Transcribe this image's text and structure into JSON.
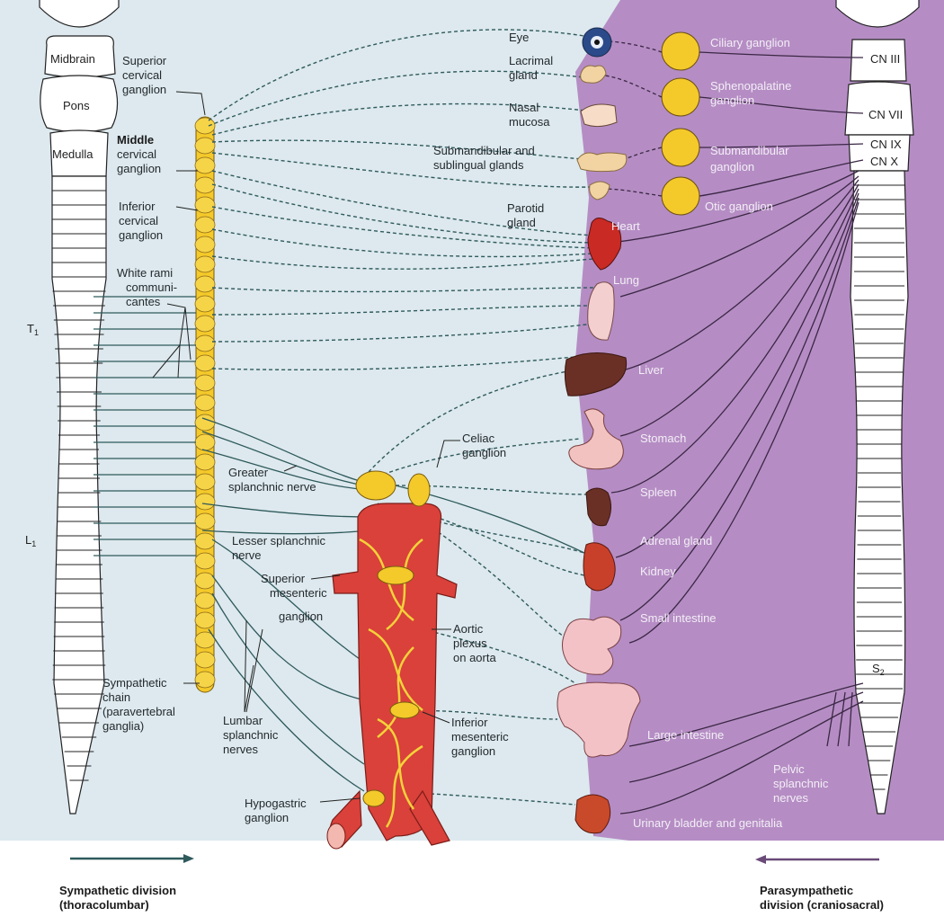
{
  "cns_labels": {
    "midbrain": "Midbrain",
    "pons": "Pons",
    "medulla": "Medulla",
    "t1": "T",
    "t1_sub": "1",
    "l1": "L",
    "l1_sub": "1",
    "s2": "S",
    "s2_sub": "2"
  },
  "cranial_nerves": [
    "CN III",
    "CN VII",
    "CN IX",
    "CN X"
  ],
  "left_labels": {
    "superior_cervical_ganglion": [
      "Superior",
      "cervical",
      "ganglion"
    ],
    "middle_cervical_ganglion": [
      "Middle",
      "cervical",
      "ganglion"
    ],
    "inferior_cervical_ganglion": [
      "Inferior",
      "cervical",
      "ganglion"
    ],
    "white_rami": [
      "White rami",
      "communi-",
      "cantes"
    ],
    "greater_splanchnic": [
      "Greater",
      "splanchnic nerve"
    ],
    "lesser_splanchnic": [
      "Lesser splanchnic",
      "nerve"
    ],
    "superior_mesenteric": [
      "Superior",
      "mesenteric",
      "ganglion"
    ],
    "sympathetic_chain": [
      "Sympathetic",
      "chain",
      "(paravertebral",
      "ganglia)"
    ],
    "lumbar_splanchnic": [
      "Lumbar",
      "splanchnic",
      "nerves"
    ],
    "hypogastric": [
      "Hypogastric",
      "ganglion"
    ],
    "celiac": [
      "Celiac",
      "ganglion"
    ],
    "aortic_plexus": [
      "Aortic",
      "plexus",
      "on aorta"
    ],
    "inferior_mesenteric": [
      "Inferior",
      "mesenteric",
      "ganglion"
    ]
  },
  "organ_labels": {
    "eye": "Eye",
    "lacrimal": [
      "Lacrimal",
      "gland"
    ],
    "nasal": [
      "Nasal",
      "mucosa"
    ],
    "submandibular": [
      "Submandibular and",
      "sublingual glands"
    ],
    "parotid": [
      "Parotid",
      "gland"
    ],
    "heart": "Heart",
    "lung": "Lung",
    "liver": "Liver",
    "stomach": "Stomach",
    "spleen": "Spleen",
    "adrenal": "Adrenal gland",
    "kidney": "Kidney",
    "small_intestine": "Small intestine",
    "large_intestine": "Large intestine",
    "bladder": "Urinary bladder and genitalia"
  },
  "parasympathetic_ganglia": {
    "ciliary": "Ciliary ganglion",
    "sphenopalatine": [
      "Sphenopalatine",
      "ganglion"
    ],
    "submandibular": [
      "Submandibular",
      "ganglion"
    ],
    "otic": "Otic ganglion"
  },
  "pelvic_splanchnic": [
    "Pelvic",
    "splanchnic",
    "nerves"
  ],
  "footer": {
    "sympathetic": [
      "Sympathetic division",
      "(thoracolumbar)"
    ],
    "parasympathetic": [
      "Parasympathetic",
      "division (craniosacral)"
    ]
  },
  "colors": {
    "sympathetic_bg": "#dde9ee",
    "parasympathetic_bg": "#b58dc4",
    "ganglion_yellow": "#f4c92a",
    "aorta_red": "#d9413a",
    "nerve_sympathetic": "#2f5a5c",
    "nerve_parasympathetic": "#3b2745"
  }
}
